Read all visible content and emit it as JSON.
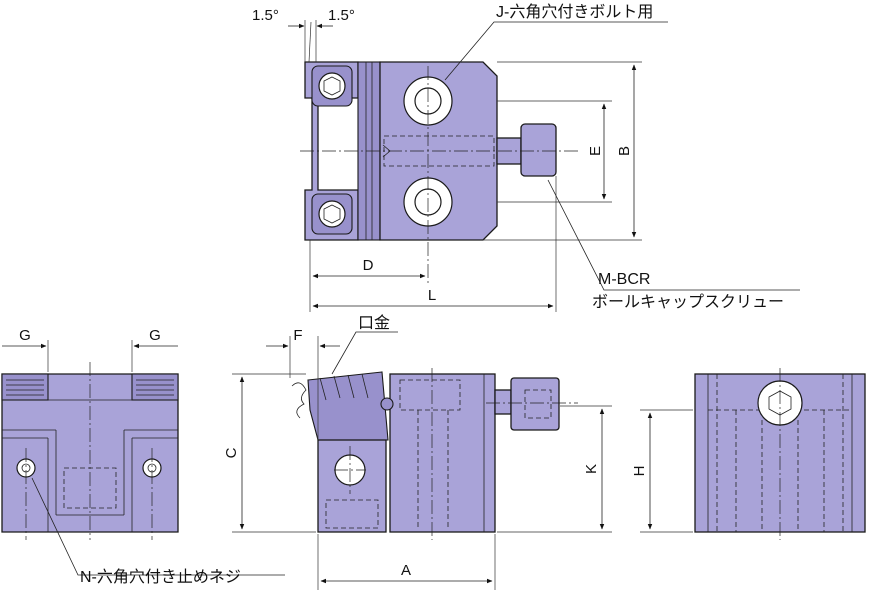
{
  "labels": {
    "angle_left": "1.5°",
    "angle_right": "1.5°",
    "bolt_callout": "J-六角穴付きボルト用",
    "screw_code": "M-BCR",
    "screw_name": "ボールキャップスクリュー",
    "jaw_callout": "口金",
    "set_screw_callout": "N-六角穴付き止めネジ"
  },
  "dimensions": {
    "B": "B",
    "E": "E",
    "D": "D",
    "L": "L",
    "G_left": "G",
    "G_right": "G",
    "F": "F",
    "C": "C",
    "A": "A",
    "K": "K",
    "H": "H"
  },
  "colors": {
    "part_fill": "#a9a3d8",
    "outline": "#1a1a1a"
  }
}
